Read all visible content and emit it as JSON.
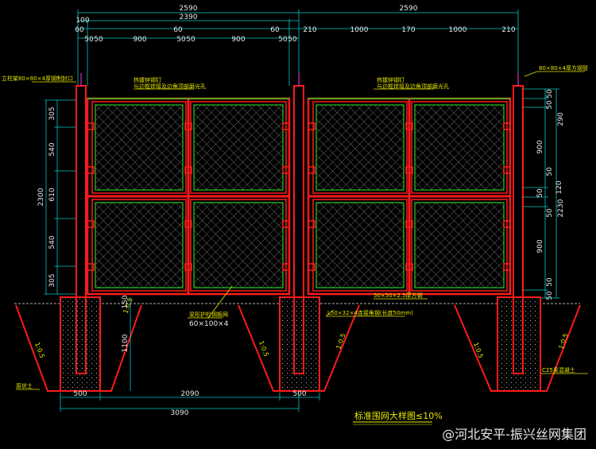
{
  "top_dims": {
    "left_total": "2590",
    "right_total": "2590",
    "left_inner": "2390",
    "row100": "100",
    "left_segments": [
      "60",
      "50",
      "50",
      "900",
      "60",
      "50",
      "50",
      "900",
      "60",
      "50",
      "50"
    ],
    "right_segments": [
      "210",
      "1000",
      "170",
      "1000",
      "210"
    ]
  },
  "left_dims": [
    "305",
    "540",
    "2300",
    "610",
    "540",
    "305"
  ],
  "right_dims": [
    "50",
    "50",
    "900",
    "50",
    "50",
    "120",
    "2230",
    "290",
    "50",
    "900",
    "50",
    "50"
  ],
  "foundation_dims": {
    "depth": "1100",
    "top": "150",
    "width_left": "500",
    "width_mid": "500",
    "span": "2090",
    "total": "3090"
  },
  "slopes": [
    "1:0.5",
    "1:0.5",
    "1:0.5",
    "1:0.5",
    "1:0.5",
    "1:0.5"
  ],
  "labels": {
    "post_spec": "立柱架80×80×4厚钢制封口",
    "post_spec_right": "80×80×4厚方钢管",
    "top_note_1a": "热镀锌钢钉",
    "top_note_1b": "与边框焊接及边角顶部磨光孔",
    "top_note_2a": "热镀锌钢钉",
    "top_note_2b": "与边框焊接及边角顶部磨光孔",
    "frame_spec_a": "梁形护栏钢板网",
    "frame_spec_b": "60×100×4",
    "sq_tube": "50×50×2.5厚方钢",
    "angle": "L50×32×4连接角钢(长度50mm)",
    "rubble": "原状土",
    "concrete": "C25素混凝土",
    "title": "标准围网大样图≤10%"
  },
  "watermark": "@河北安平-振兴丝网集团",
  "colors": {
    "frame": "#ff1a1a",
    "inner": "#22cc22",
    "dim": "#00c8c8",
    "text": "#e8e800",
    "mesh": "#9a9a9a"
  }
}
